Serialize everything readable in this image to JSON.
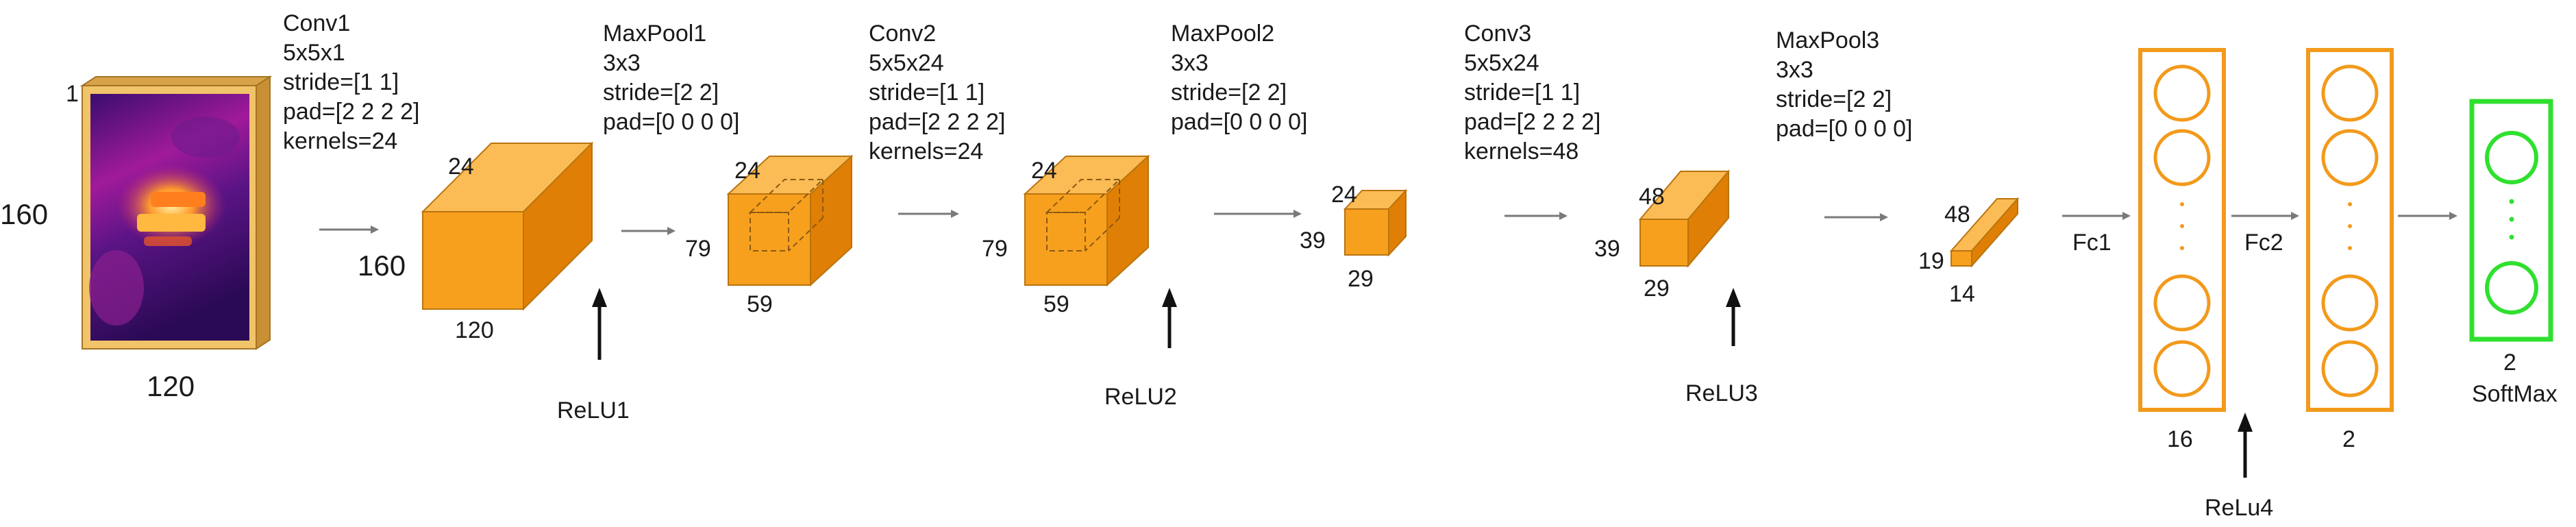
{
  "colors": {
    "block": "#f7a01e",
    "block_top": "#fbbb55",
    "block_side": "#e07f05",
    "block_edge": "#b9740f",
    "fc": "#f29a1c",
    "softmax": "#2fe02f",
    "arrow": "#7a7a7a",
    "relu_arrow": "#111111"
  },
  "input": {
    "height": "160",
    "width": "120",
    "depth": "1"
  },
  "layers": {
    "conv1": {
      "name": "Conv1",
      "kernel": "5x5x1",
      "stride": "stride=[1 1]",
      "pad": "pad=[2 2 2 2]",
      "kernels": "kernels=24"
    },
    "maxpool1": {
      "name": "MaxPool1",
      "size": "3x3",
      "stride": "stride=[2 2]",
      "pad": "pad=[0 0 0 0]"
    },
    "conv2": {
      "name": "Conv2",
      "kernel": "5x5x24",
      "stride": "stride=[1 1]",
      "pad": "pad=[2 2 2 2]",
      "kernels": "kernels=24"
    },
    "maxpool2": {
      "name": "MaxPool2",
      "size": "3x3",
      "stride": "stride=[2 2]",
      "pad": "pad=[0 0 0 0]"
    },
    "conv3": {
      "name": "Conv3",
      "kernel": "5x5x24",
      "stride": "stride=[1 1]",
      "pad": "pad=[2 2 2 2]",
      "kernels": "kernels=48"
    },
    "maxpool3": {
      "name": "MaxPool3",
      "size": "3x3",
      "stride": "stride=[2 2]",
      "pad": "pad=[0 0 0 0]"
    }
  },
  "volumes": {
    "v1": {
      "depth": "24",
      "height": "160",
      "width": "120"
    },
    "v2": {
      "depth": "24",
      "height": "79",
      "width": "59"
    },
    "v3": {
      "depth": "24",
      "height": "79",
      "width": "59"
    },
    "v4": {
      "depth": "24",
      "height": "39",
      "width": "29"
    },
    "v5": {
      "depth": "48",
      "height": "39",
      "width": "29"
    },
    "v6": {
      "depth": "48",
      "height": "19",
      "width": "14"
    }
  },
  "relu": {
    "r1": "ReLU1",
    "r2": "ReLU2",
    "r3": "ReLU3",
    "r4": "ReLu4"
  },
  "fc": {
    "fc1": "Fc1",
    "fc2": "Fc2",
    "n1": "16",
    "n2": "2",
    "n3": "2",
    "softmax": "SoftMax"
  }
}
